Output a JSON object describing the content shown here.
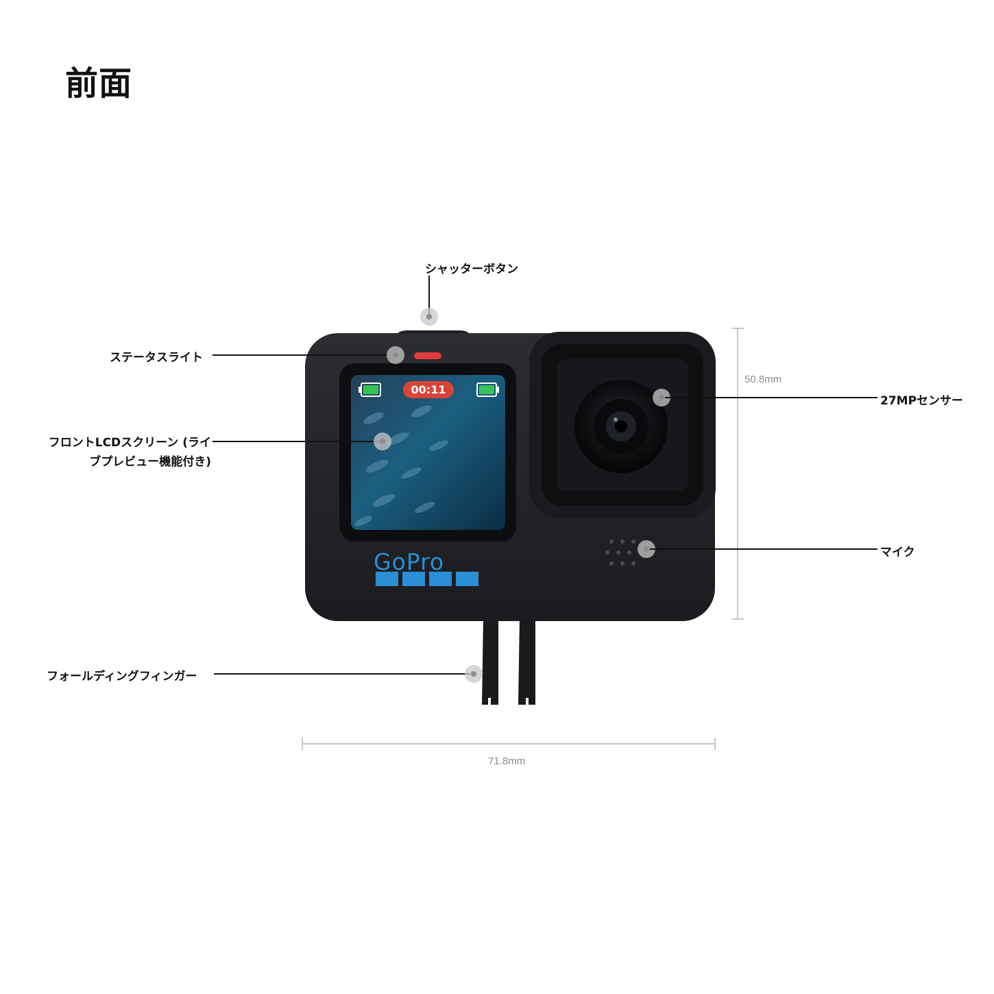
{
  "title": "前面",
  "labels": {
    "shutter": "シャッターボタン",
    "status_light": "ステータスライト",
    "front_lcd": "フロントLCDスクリーン (ライブプレビュー機能付き)",
    "sensor": "27MPセンサー",
    "mic": "マイク",
    "fingers": "フォールディングフィンガー"
  },
  "dimensions": {
    "height": "50.8mm",
    "width": "71.8mm"
  },
  "screen": {
    "time": "00:11"
  },
  "brand": {
    "logo": "GoPro",
    "accent": "#2a8fd6"
  }
}
